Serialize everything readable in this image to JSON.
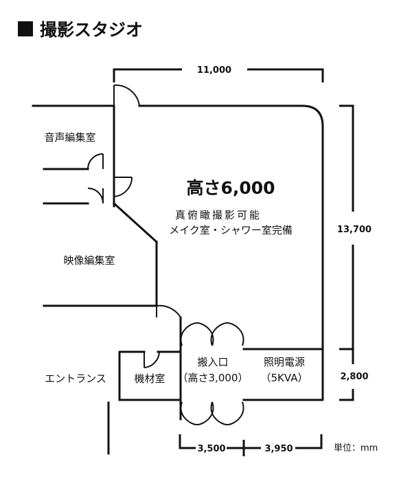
{
  "title": "撮影スタジオ",
  "rooms": {
    "audio_edit": "音声編集室",
    "video_edit": "映像編集室",
    "entrance": "エントランス",
    "equipment": "機材室",
    "loading": "搬入口",
    "loading_height": "（高さ3,000）",
    "lighting": "照明電源",
    "lighting_power": "（5KVA）"
  },
  "studio": {
    "height": "高さ6,000",
    "feature1": "真俯瞰撮影可能",
    "feature2": "メイク室・シャワー室完備"
  },
  "dimensions": {
    "width": "11,000",
    "depth": "13,700",
    "lower": "2,800",
    "bottom_left": "3,500",
    "bottom_right": "3,950"
  },
  "unit": "単位：mm"
}
